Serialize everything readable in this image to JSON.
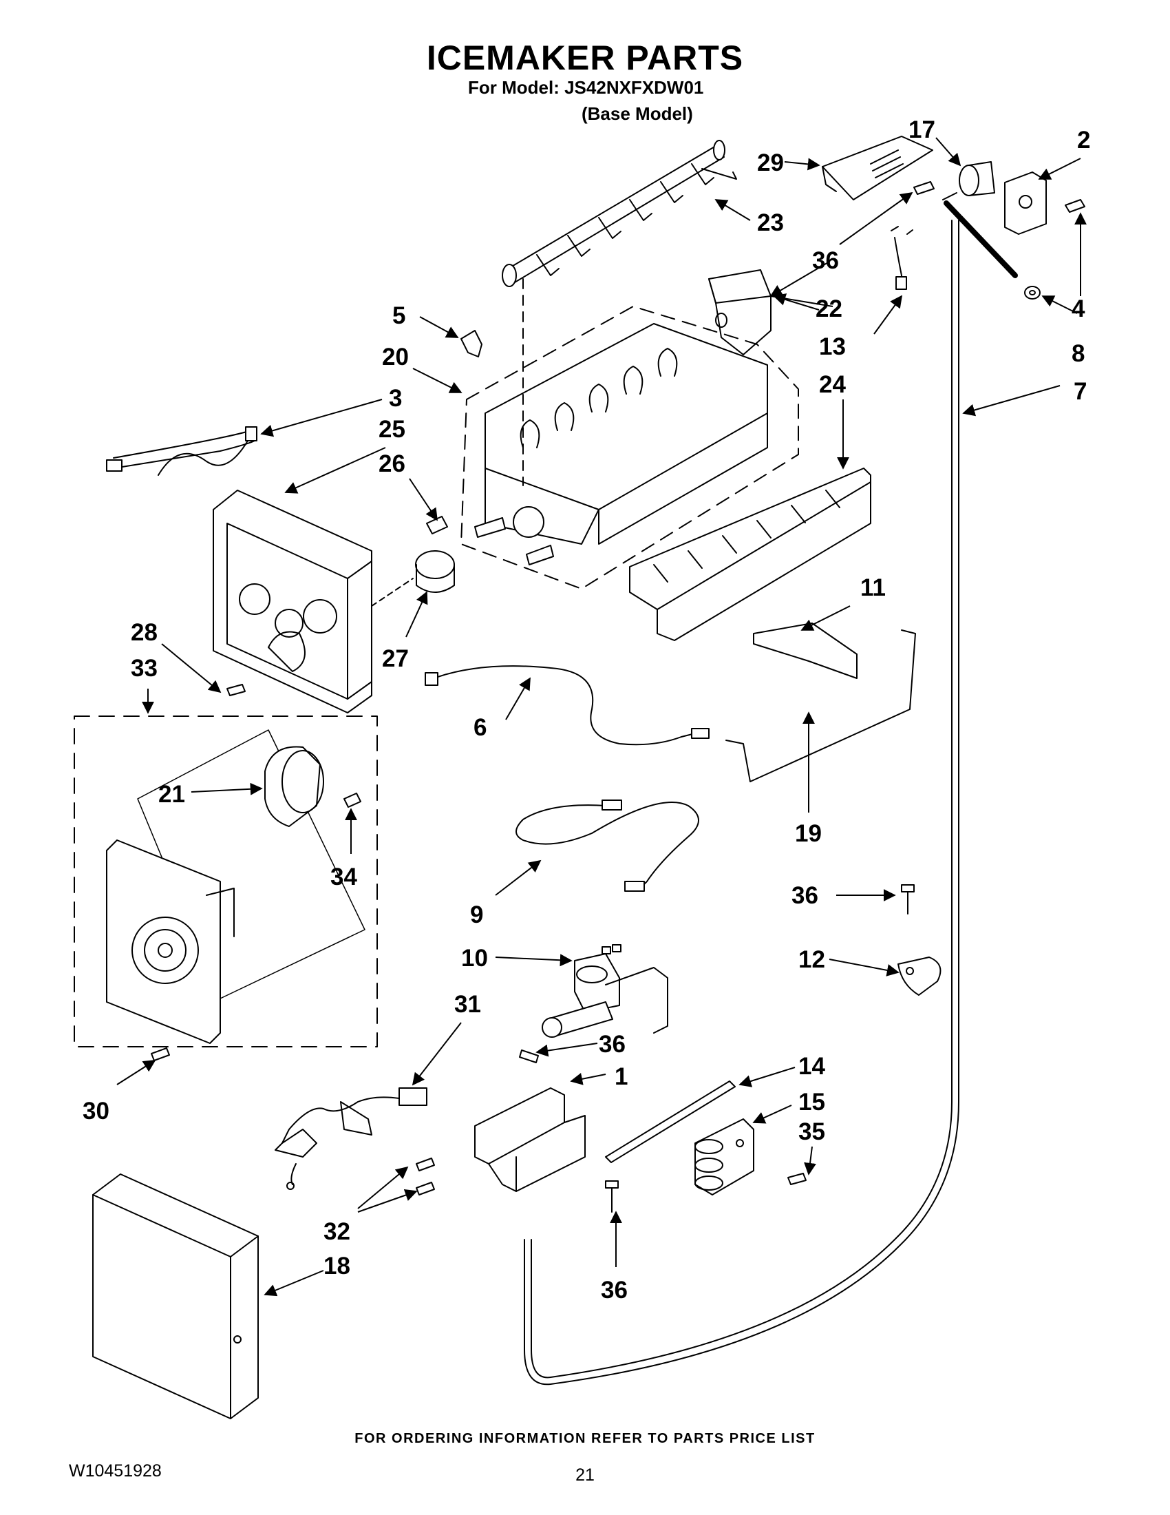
{
  "header": {
    "title": "ICEMAKER PARTS",
    "model_line": "For Model: JS42NXFXDW01",
    "base_line": "(Base Model)"
  },
  "callouts": {
    "c1": "1",
    "c2": "2",
    "c3": "3",
    "c4": "4",
    "c5": "5",
    "c6": "6",
    "c7": "7",
    "c8": "8",
    "c9": "9",
    "c10": "10",
    "c11": "11",
    "c12": "12",
    "c13": "13",
    "c14": "14",
    "c15": "15",
    "c17": "17",
    "c18": "18",
    "c19": "19",
    "c20": "20",
    "c21": "21",
    "c22": "22",
    "c23": "23",
    "c24": "24",
    "c25": "25",
    "c26": "26",
    "c27": "27",
    "c28": "28",
    "c29": "29",
    "c30": "30",
    "c31": "31",
    "c32": "32",
    "c33": "33",
    "c34": "34",
    "c35": "35",
    "c36": "36"
  },
  "footer": {
    "ordering_note": "FOR ORDERING INFORMATION REFER TO PARTS PRICE LIST",
    "doc_number": "W10451928",
    "page_number": "21"
  }
}
